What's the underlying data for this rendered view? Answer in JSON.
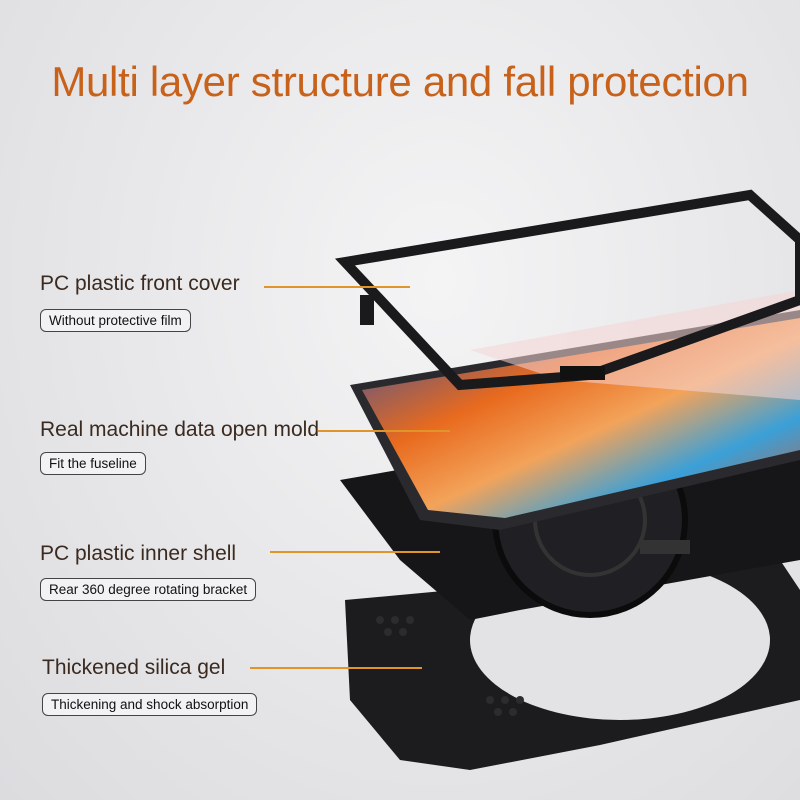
{
  "title": "Multi layer structure and fall protection",
  "layers": [
    {
      "label": "PC plastic front cover",
      "tag": "Without protective film"
    },
    {
      "label": "Real machine data open mold",
      "tag": "Fit the fuseline"
    },
    {
      "label": "PC plastic inner shell",
      "tag": "Rear 360 degree rotating bracket"
    },
    {
      "label": "Thickened silica gel",
      "tag": "Thickening and shock absorption"
    }
  ],
  "colors": {
    "title": "#c8621a",
    "leader": "#e0952a"
  },
  "product_image": "exploded-view-rugged-tablet-case"
}
